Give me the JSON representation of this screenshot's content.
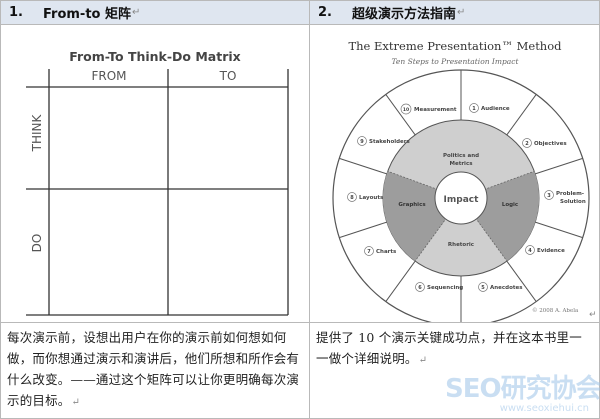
{
  "sections": [
    {
      "number": "1.",
      "title": "From-to 矩阵",
      "figure": {
        "title": "From-To Think-Do Matrix",
        "columns": [
          "FROM",
          "TO"
        ],
        "rows": [
          "THINK",
          "DO"
        ]
      },
      "description": "每次演示前，设想出用户在你的演示前如何想如何做，而你想通过演示和演讲后，他们所想和所作会有什么改变。——通过这个矩阵可以让你更明确每次演示的目标。"
    },
    {
      "number": "2.",
      "title": "超级演示方法指南",
      "figure": {
        "title": "The Extreme Presentation™ Method",
        "subtitle": "Ten Steps to Presentation Impact",
        "center": "Impact",
        "middle_ring": [
          "Politics and Metrics",
          "Logic",
          "Rhetoric",
          "Graphics"
        ],
        "outer_ring": [
          {
            "n": "1",
            "label": "Audience"
          },
          {
            "n": "2",
            "label": "Objectives"
          },
          {
            "n": "3",
            "label": "Problem-Solution"
          },
          {
            "n": "4",
            "label": "Evidence"
          },
          {
            "n": "5",
            "label": "Anecdotes"
          },
          {
            "n": "6",
            "label": "Sequencing"
          },
          {
            "n": "7",
            "label": "Charts"
          },
          {
            "n": "8",
            "label": "Layouts"
          },
          {
            "n": "9",
            "label": "Stakeholders"
          },
          {
            "n": "10",
            "label": "Measurement"
          }
        ],
        "copyright": "© 2008  A. Abela"
      },
      "description": "提供了 10 个演示关键成功点，并在这本书里一一做个详细说明。"
    }
  ],
  "paragraph_mark": "↵",
  "watermark": {
    "main": "SEO研究协会网",
    "url": "www.seoxiehui.cn"
  },
  "colors": {
    "header_bg": "#dfe6f0",
    "border": "#b9b9b9",
    "ring_light": "#cfcfcf",
    "ring_dark": "#9a9a9a"
  }
}
